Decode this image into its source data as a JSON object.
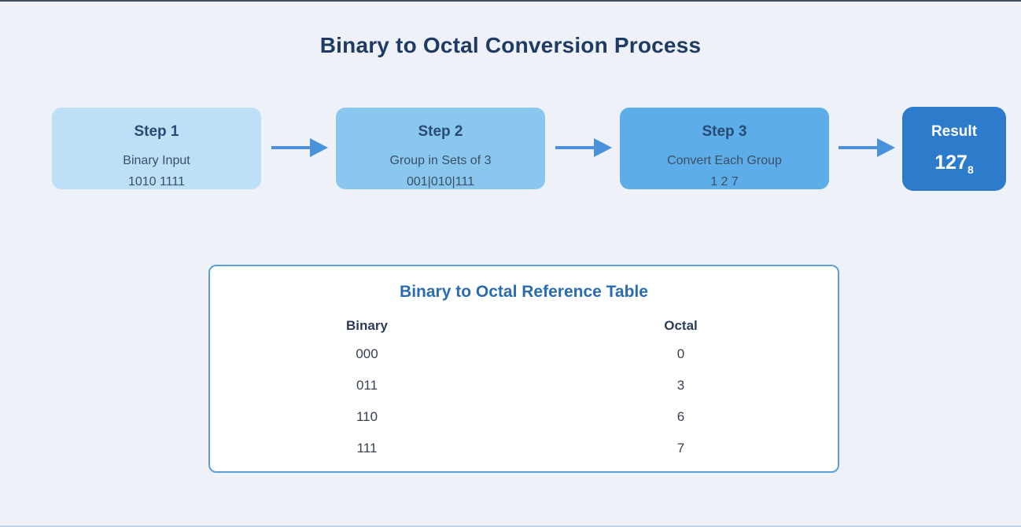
{
  "page": {
    "title": "Binary to Octal Conversion Process"
  },
  "colors": {
    "title-color": "#1f3b63",
    "step1-bg": "#bde0f6",
    "step2-bg": "#89c7ef",
    "step3-bg": "#5dade8",
    "result-bg": "#2d7ccb",
    "arrow": "#4a93da",
    "card-border": "#5c9fd8",
    "card-title-color": "#2a6cb0"
  },
  "flow": {
    "steps": [
      {
        "title": "Step 1",
        "line1": "Binary Input",
        "line2": "1010 1111"
      },
      {
        "title": "Step 2",
        "line1": "Group in Sets of 3",
        "line2": "001|010|111"
      },
      {
        "title": "Step 3",
        "line1": "Convert Each Group",
        "line2": "1 2 7"
      }
    ],
    "result": {
      "title": "Result",
      "value": "127",
      "subscript": "8"
    }
  },
  "table": {
    "title": "Binary to Octal Reference Table",
    "columns": [
      "Binary",
      "Octal"
    ],
    "rows": [
      [
        "000",
        "0"
      ],
      [
        "011",
        "3"
      ],
      [
        "110",
        "6"
      ],
      [
        "111",
        "7"
      ]
    ]
  }
}
